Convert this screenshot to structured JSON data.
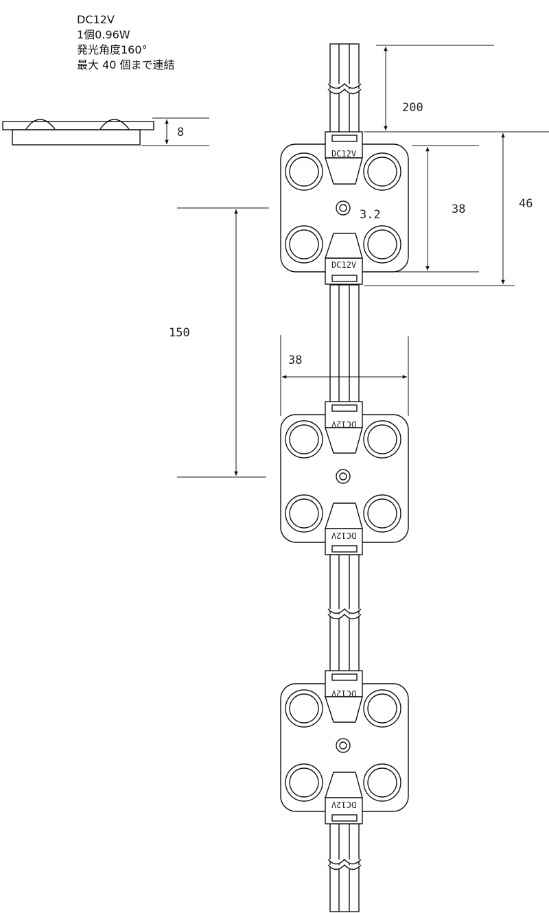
{
  "specs": {
    "voltage": "DC12V",
    "power": "1個0.96W",
    "angle": "発光角度160°",
    "max_chain": "最大 40 個まで連結"
  },
  "dimensions": {
    "thickness": "8",
    "wire_length": "200",
    "hole_pitch": "38",
    "module_height": "46",
    "module_pitch": "150",
    "module_width": "38",
    "hole_diameter": "3.2"
  },
  "modules": [
    {
      "connector_label": "DC12V"
    },
    {
      "connector_label": "DC12V"
    },
    {
      "connector_label": "DC12V"
    }
  ]
}
